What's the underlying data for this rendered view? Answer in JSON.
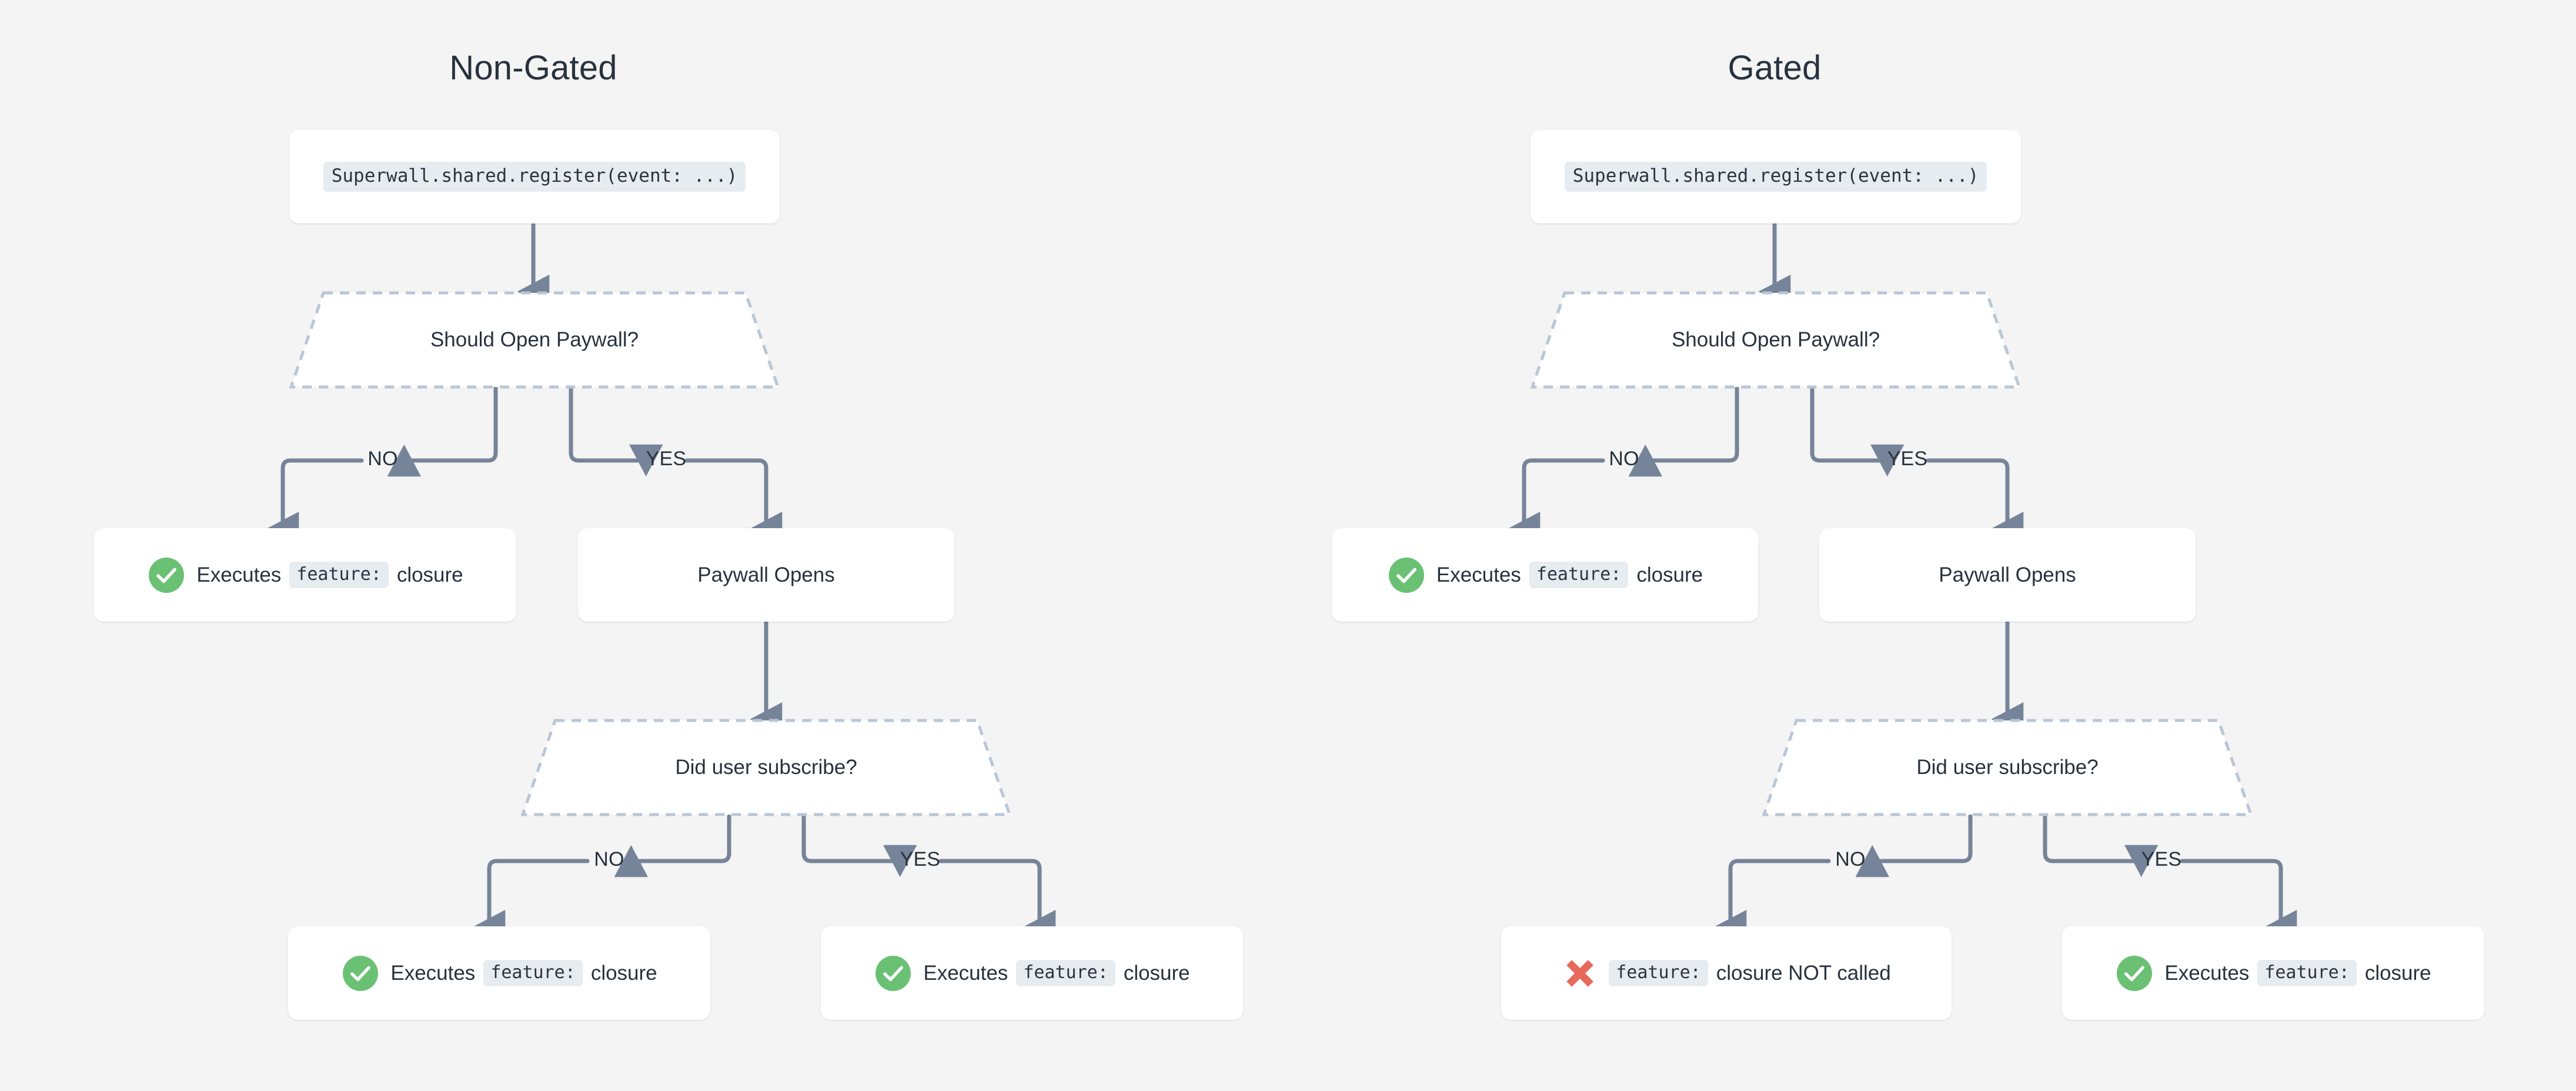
{
  "page": {
    "background": "#f3f4f3",
    "text_color": "#27313d",
    "connector_color": "#76849a",
    "decision_border_color": "#b9c6d6",
    "node_background": "#ffffff",
    "code_chip_background": "#e7ecf1",
    "success_color": "#6ac173",
    "error_color": "#e8685c"
  },
  "columns": [
    {
      "id": "non-gated",
      "title": "Non-Gated",
      "nodes": {
        "entry": {
          "code": "Superwall.shared.register(event: ...)"
        },
        "decision_paywall": {
          "label": "Should Open Paywall?"
        },
        "branch_no": {
          "icon": "check-circle-icon",
          "prefix": "Executes",
          "code": "feature:",
          "suffix": "closure"
        },
        "branch_yes": {
          "label": "Paywall Opens"
        },
        "decision_subscribe": {
          "label": "Did user subscribe?"
        },
        "subscribe_no": {
          "icon": "check-circle-icon",
          "prefix": "Executes",
          "code": "feature:",
          "suffix": "closure"
        },
        "subscribe_yes": {
          "icon": "check-circle-icon",
          "prefix": "Executes",
          "code": "feature:",
          "suffix": "closure"
        }
      },
      "edge_labels": {
        "paywall_no": "NO",
        "paywall_yes": "YES",
        "subscribe_no": "NO",
        "subscribe_yes": "YES"
      }
    },
    {
      "id": "gated",
      "title": "Gated",
      "nodes": {
        "entry": {
          "code": "Superwall.shared.register(event: ...)"
        },
        "decision_paywall": {
          "label": "Should Open Paywall?"
        },
        "branch_no": {
          "icon": "check-circle-icon",
          "prefix": "Executes",
          "code": "feature:",
          "suffix": "closure"
        },
        "branch_yes": {
          "label": "Paywall Opens"
        },
        "decision_subscribe": {
          "label": "Did user subscribe?"
        },
        "subscribe_no": {
          "icon": "x-mark-icon",
          "prefix": "",
          "code": "feature:",
          "suffix": "closure NOT called"
        },
        "subscribe_yes": {
          "icon": "check-circle-icon",
          "prefix": "Executes",
          "code": "feature:",
          "suffix": "closure"
        }
      },
      "edge_labels": {
        "paywall_no": "NO",
        "paywall_yes": "YES",
        "subscribe_no": "NO",
        "subscribe_yes": "YES"
      }
    }
  ]
}
